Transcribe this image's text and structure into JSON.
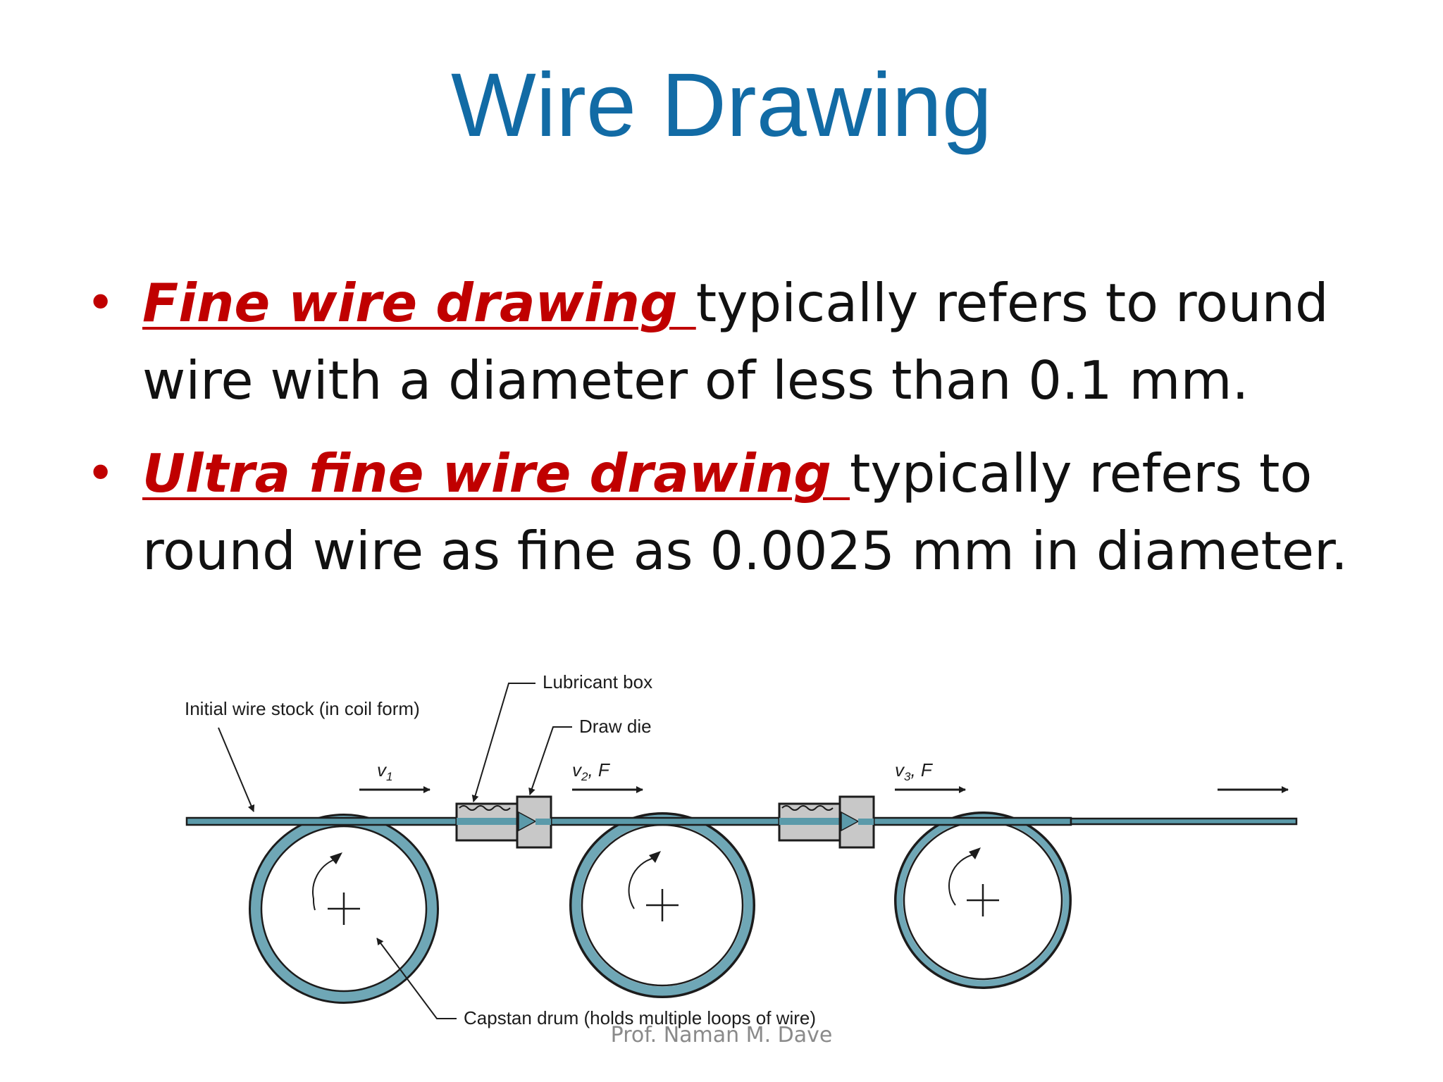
{
  "slide": {
    "title": "Wire Drawing",
    "bullets": [
      {
        "term": "Fine wire drawing ",
        "text": "typically refers to round wire with a diameter of less than 0.1 mm."
      },
      {
        "term": "Ultra fine wire drawing ",
        "text": "typically refers to round wire as fine as 0.0025 mm in diameter."
      }
    ],
    "bullet_symbol": "•",
    "diagram": {
      "labels": {
        "initial_stock": "Initial wire stock (in coil form)",
        "lubricant_box": "Lubricant box",
        "draw_die": "Draw die",
        "capstan_drum": "Capstan drum (holds multiple loops of wire)"
      },
      "velocity": {
        "v1_symbol": "v",
        "v1_sub": "1",
        "v2_symbol": "v",
        "v2_sub": "2",
        "v2_force": ", F",
        "v3_symbol": "v",
        "v3_sub": "3",
        "v3_force": ", F"
      }
    },
    "footer": "Prof. Naman M. Dave"
  },
  "colors": {
    "title": "#126ba5",
    "term": "#c00000",
    "text": "#111111",
    "wire": "#5b9aaa",
    "die_box": "#c8c8c8",
    "footer": "#8a8a8a"
  }
}
